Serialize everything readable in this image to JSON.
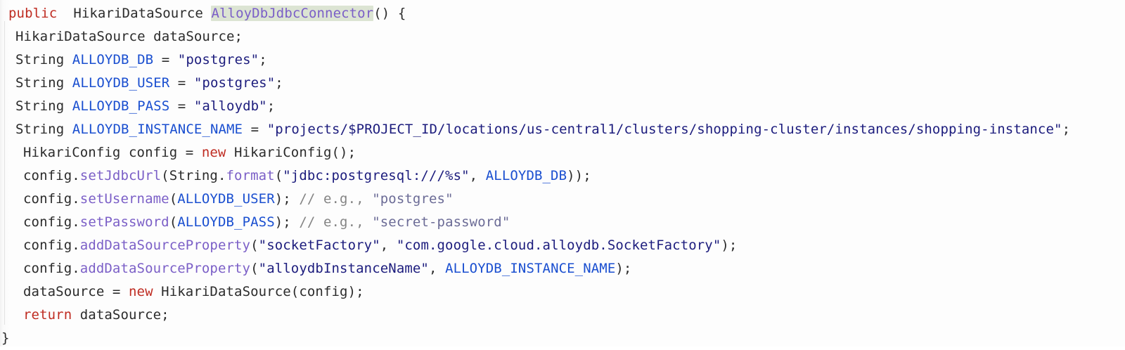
{
  "editor": {
    "language": "java",
    "background_color": "#fdfdfd",
    "theme": "light",
    "highlighted_token": "AlloyDbJdbcConnector",
    "highlight_background": "#dce4d3",
    "palette": {
      "keyword": "#bf2c22",
      "identifier": "#1a4fd0",
      "string": "#1c1c7d",
      "method": "#7b5fc7",
      "comment": "#848484",
      "plain": "#2b2b2b"
    }
  },
  "code": {
    "lines": [
      {
        "indent": 12,
        "tokens": [
          {
            "t": "public",
            "k": "keyword"
          },
          {
            "t": "  ",
            "k": "plain"
          },
          {
            "t": "HikariDataSource ",
            "k": "plain"
          },
          {
            "t": "AlloyDbJdbcConnector",
            "k": "highlight"
          },
          {
            "t": "() {",
            "k": "plain"
          }
        ]
      },
      {
        "indent": 22,
        "tokens": [
          {
            "t": "HikariDataSource dataSource;",
            "k": "plain"
          }
        ]
      },
      {
        "indent": 22,
        "tokens": [
          {
            "t": "String ",
            "k": "plain"
          },
          {
            "t": "ALLOYDB_DB",
            "k": "ident"
          },
          {
            "t": " = ",
            "k": "plain"
          },
          {
            "t": "\"postgres\"",
            "k": "string"
          },
          {
            "t": ";",
            "k": "plain"
          }
        ]
      },
      {
        "indent": 22,
        "tokens": [
          {
            "t": "String ",
            "k": "plain"
          },
          {
            "t": "ALLOYDB_USER",
            "k": "ident"
          },
          {
            "t": " = ",
            "k": "plain"
          },
          {
            "t": "\"postgres\"",
            "k": "string"
          },
          {
            "t": ";",
            "k": "plain"
          }
        ]
      },
      {
        "indent": 22,
        "tokens": [
          {
            "t": "String ",
            "k": "plain"
          },
          {
            "t": "ALLOYDB_PASS",
            "k": "ident"
          },
          {
            "t": " = ",
            "k": "plain"
          },
          {
            "t": "\"alloydb\"",
            "k": "string"
          },
          {
            "t": ";",
            "k": "plain"
          }
        ]
      },
      {
        "indent": 22,
        "tokens": [
          {
            "t": "String ",
            "k": "plain"
          },
          {
            "t": "ALLOYDB_INSTANCE_NAME",
            "k": "ident"
          },
          {
            "t": " = ",
            "k": "plain"
          },
          {
            "t": "\"projects/$PROJECT_ID/locations/us-central1/clusters/shopping-cluster/instances/shopping-instance\"",
            "k": "string"
          },
          {
            "t": ";",
            "k": "plain"
          }
        ]
      },
      {
        "indent": 33,
        "tokens": [
          {
            "t": "HikariConfig config = ",
            "k": "plain"
          },
          {
            "t": "new",
            "k": "keyword"
          },
          {
            "t": " HikariConfig();",
            "k": "plain"
          }
        ]
      },
      {
        "indent": 33,
        "tokens": [
          {
            "t": "config.",
            "k": "plain"
          },
          {
            "t": "setJdbcUrl",
            "k": "method"
          },
          {
            "t": "(String.",
            "k": "plain"
          },
          {
            "t": "format",
            "k": "method"
          },
          {
            "t": "(",
            "k": "plain"
          },
          {
            "t": "\"jdbc:postgresql:///%s\"",
            "k": "string"
          },
          {
            "t": ", ",
            "k": "plain"
          },
          {
            "t": "ALLOYDB_DB",
            "k": "ident"
          },
          {
            "t": "));",
            "k": "plain"
          }
        ]
      },
      {
        "indent": 33,
        "tokens": [
          {
            "t": "config.",
            "k": "plain"
          },
          {
            "t": "setUsername",
            "k": "method"
          },
          {
            "t": "(",
            "k": "plain"
          },
          {
            "t": "ALLOYDB_USER",
            "k": "ident"
          },
          {
            "t": "); ",
            "k": "plain"
          },
          {
            "t": "// e.g., ",
            "k": "comment"
          },
          {
            "t": "\"postgres\"",
            "k": "comment-string"
          }
        ]
      },
      {
        "indent": 33,
        "tokens": [
          {
            "t": "config.",
            "k": "plain"
          },
          {
            "t": "setPassword",
            "k": "method"
          },
          {
            "t": "(",
            "k": "plain"
          },
          {
            "t": "ALLOYDB_PASS",
            "k": "ident"
          },
          {
            "t": "); ",
            "k": "plain"
          },
          {
            "t": "// e.g., ",
            "k": "comment"
          },
          {
            "t": "\"secret-password\"",
            "k": "comment-string"
          }
        ]
      },
      {
        "indent": 33,
        "tokens": [
          {
            "t": "config.",
            "k": "plain"
          },
          {
            "t": "addDataSourceProperty",
            "k": "method"
          },
          {
            "t": "(",
            "k": "plain"
          },
          {
            "t": "\"socketFactory\"",
            "k": "string"
          },
          {
            "t": ", ",
            "k": "plain"
          },
          {
            "t": "\"com.google.cloud.alloydb.SocketFactory\"",
            "k": "string"
          },
          {
            "t": ");",
            "k": "plain"
          }
        ]
      },
      {
        "indent": 33,
        "tokens": [
          {
            "t": "config.",
            "k": "plain"
          },
          {
            "t": "addDataSourceProperty",
            "k": "method"
          },
          {
            "t": "(",
            "k": "plain"
          },
          {
            "t": "\"alloydbInstanceName\"",
            "k": "string"
          },
          {
            "t": ", ",
            "k": "plain"
          },
          {
            "t": "ALLOYDB_INSTANCE_NAME",
            "k": "ident"
          },
          {
            "t": ");",
            "k": "plain"
          }
        ]
      },
      {
        "indent": 33,
        "tokens": [
          {
            "t": "dataSource = ",
            "k": "plain"
          },
          {
            "t": "new",
            "k": "keyword"
          },
          {
            "t": " HikariDataSource(config);",
            "k": "plain"
          }
        ]
      },
      {
        "indent": 33,
        "tokens": [
          {
            "t": "return",
            "k": "keyword"
          },
          {
            "t": " dataSource;",
            "k": "plain"
          }
        ]
      },
      {
        "indent": 2,
        "tokens": [
          {
            "t": "}",
            "k": "plain"
          }
        ]
      }
    ]
  }
}
